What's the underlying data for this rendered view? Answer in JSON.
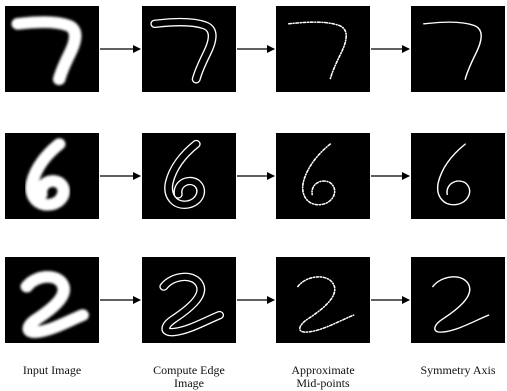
{
  "colors": {
    "panel_background": "#000000",
    "stroke": "#ffffff",
    "arrow": "#000000",
    "page_background": "#ffffff"
  },
  "rows": [
    {
      "digit": "7",
      "stages": [
        "input-image",
        "edge-image",
        "mid-points",
        "symmetry-axis"
      ]
    },
    {
      "digit": "6",
      "stages": [
        "input-image",
        "edge-image",
        "mid-points",
        "symmetry-axis"
      ]
    },
    {
      "digit": "2",
      "stages": [
        "input-image",
        "edge-image",
        "mid-points",
        "symmetry-axis"
      ]
    }
  ],
  "captions": [
    {
      "lines": [
        "Input Image"
      ]
    },
    {
      "lines": [
        "Compute Edge",
        "Image"
      ]
    },
    {
      "lines": [
        "Approximate",
        "Mid-points"
      ]
    },
    {
      "lines": [
        "Symmetry Axis"
      ]
    }
  ]
}
